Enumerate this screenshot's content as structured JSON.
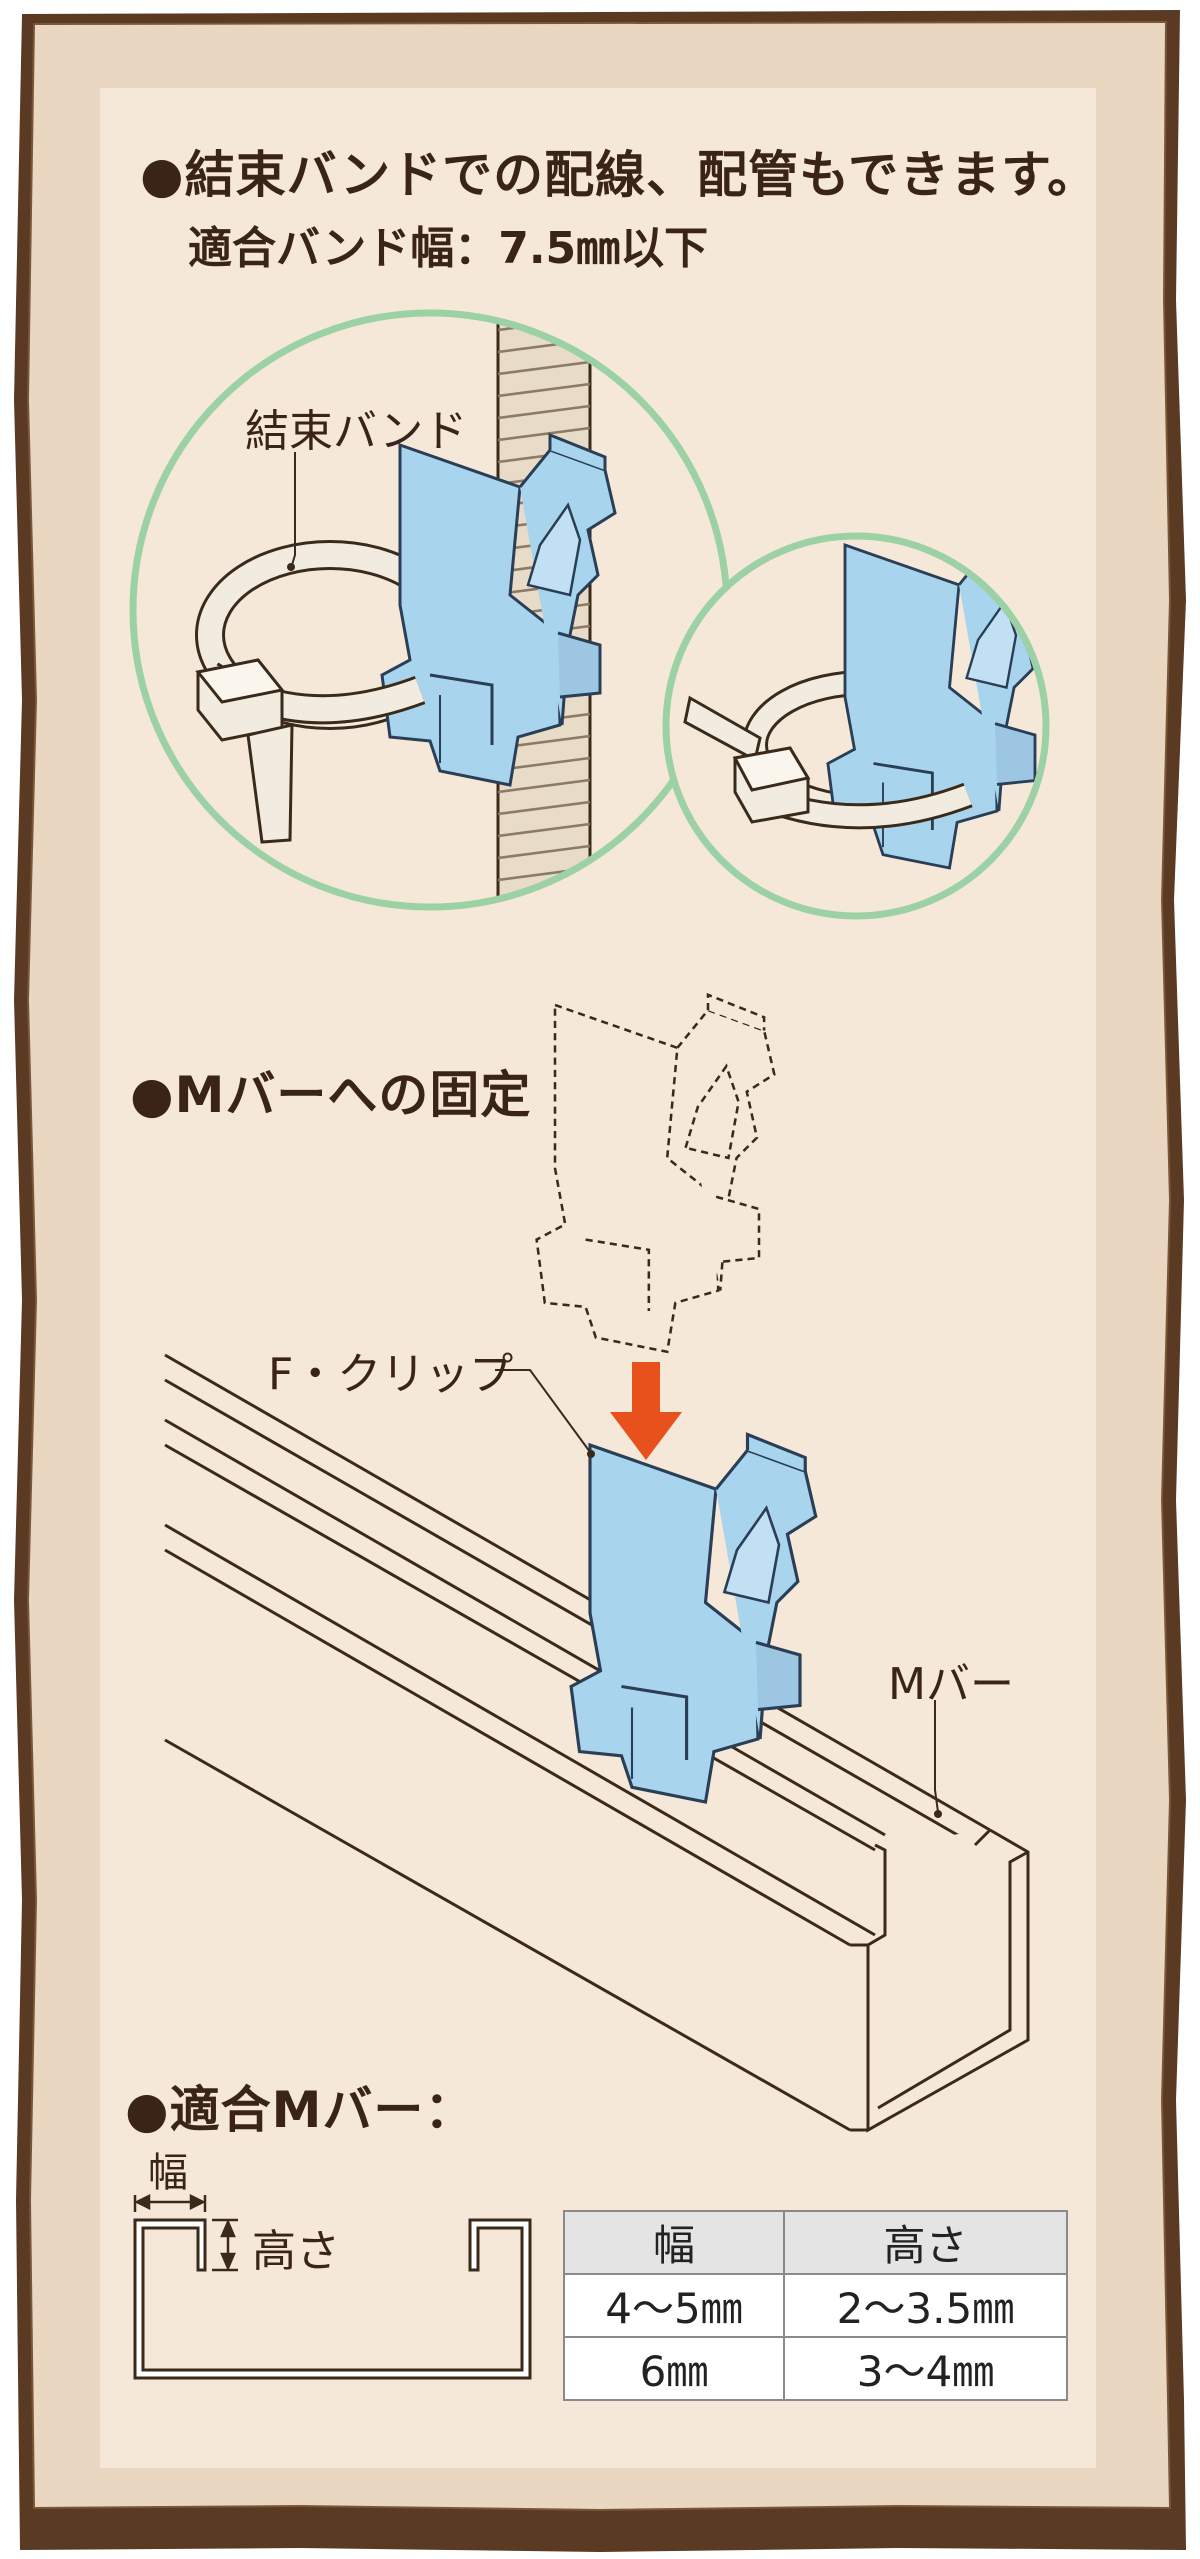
{
  "section1": {
    "title": "●結束バンドでの配線、配管もできます。",
    "subtitle": "適合バンド幅：7.5㎜以下",
    "label_band": "結束バンド"
  },
  "section2": {
    "title": "●Mバーへの固定",
    "label_clip": "F・クリップ",
    "label_bar": "Mバー"
  },
  "section3": {
    "title": "●適合Mバー：",
    "label_width": "幅",
    "label_height": "高さ",
    "table": {
      "headers": [
        "幅",
        "高さ"
      ],
      "rows": [
        [
          "4〜5㎜",
          "2〜3.5㎜"
        ],
        [
          "6㎜",
          "3〜4㎜"
        ]
      ]
    }
  },
  "colors": {
    "wood": "#5a3a22",
    "panel": "#f6e8d9",
    "clip": "#a8d4ee",
    "circle": "#9cd1a6",
    "arrow": "#e8501c",
    "band": "#f2ece0",
    "text": "#3a2418"
  }
}
